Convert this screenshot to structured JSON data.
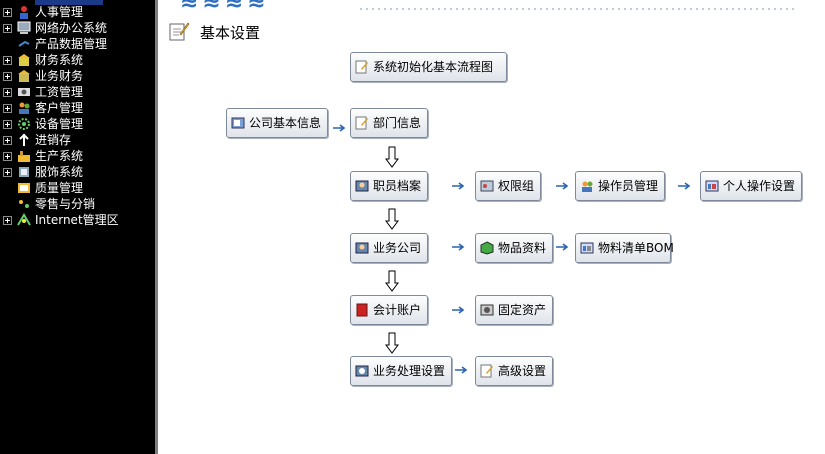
{
  "sidebar": {
    "items": [
      {
        "label": "人事管理",
        "icon": "person-icon",
        "expandable": true
      },
      {
        "label": "网络办公系统",
        "icon": "computer-icon",
        "expandable": true
      },
      {
        "label": "产品数据管理",
        "icon": "product-data-icon",
        "expandable": false
      },
      {
        "label": "财务系统",
        "icon": "finance-building-icon",
        "expandable": true
      },
      {
        "label": "业务财务",
        "icon": "business-finance-icon",
        "expandable": true
      },
      {
        "label": "工资管理",
        "icon": "salary-icon",
        "expandable": true
      },
      {
        "label": "客户管理",
        "icon": "customer-icon",
        "expandable": true
      },
      {
        "label": "设备管理",
        "icon": "equipment-gear-icon",
        "expandable": true
      },
      {
        "label": "进销存",
        "icon": "inventory-icon",
        "expandable": true
      },
      {
        "label": "生产系统",
        "icon": "production-icon",
        "expandable": true
      },
      {
        "label": "服饰系统",
        "icon": "apparel-icon",
        "expandable": true
      },
      {
        "label": "质量管理",
        "icon": "quality-icon",
        "expandable": false
      },
      {
        "label": "零售与分销",
        "icon": "retail-icon",
        "expandable": false
      },
      {
        "label": "Internet管理区",
        "icon": "internet-icon",
        "expandable": true
      }
    ]
  },
  "main": {
    "title": "基本设置",
    "buttons": {
      "flowchart": "系统初始化基本流程图",
      "company_info": "公司基本信息",
      "department": "部门信息",
      "employee": "职员档案",
      "permission_group": "权限组",
      "operator_mgmt": "操作员管理",
      "personal_settings": "个人操作设置",
      "business_company": "业务公司",
      "item_data": "物品资料",
      "bom": "物料清单BOM",
      "accounts": "会计账户",
      "fixed_assets": "固定资产",
      "business_settings": "业务处理设置",
      "advanced_settings": "高级设置"
    }
  },
  "colors": {
    "sidebar_bg": "#000000",
    "accent": "#2f6fc2",
    "arrow": "#2a64b0"
  }
}
